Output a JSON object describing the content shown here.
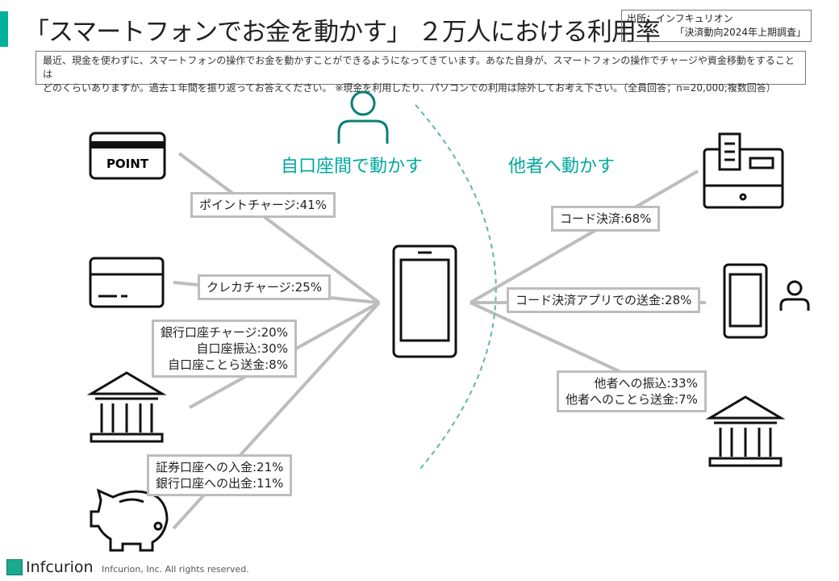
{
  "header": {
    "title": "「スマートフォンでお金を動かす」 ２万人における利用率",
    "source_line1": "出所：インフキュリオン",
    "source_line2": "「決済動向2024年上期調査」",
    "accent_color": "#00b09b"
  },
  "question": {
    "line1": "最近、現金を使わずに、スマートフォンの操作でお金を動かすことができるようになってきています。あなた自身が、スマートフォンの操作でチャージや資金移動をすることは",
    "line2": "どのくらいありますか。過去１年間を振り返ってお答えください。 ※現金を利用したり、パソコンでの利用は除外してお考え下さい。（全員回答；n=20,000;複数回答）"
  },
  "diagram": {
    "own_heading": "自口座間で動かす",
    "others_heading": "他者へ動かす",
    "teal": "#00a99d",
    "point_icon_text": "POINT",
    "left": [
      {
        "icon": "point-card-icon",
        "lines": [
          "ポイントチャージ:41%"
        ]
      },
      {
        "icon": "credit-card-icon",
        "lines": [
          "クレカチャージ:25%"
        ]
      },
      {
        "icon": "bank-icon",
        "lines": [
          "銀行口座チャージ:20%",
          "自口座振込:30%",
          "自口座ことら送金:8%"
        ]
      },
      {
        "icon": "piggy-bank-icon",
        "lines": [
          "証券口座への入金:21%",
          "銀行口座への出金:11%"
        ]
      }
    ],
    "right": [
      {
        "icon": "cash-register-icon",
        "lines": [
          "コード決済:68%"
        ]
      },
      {
        "icon": "phone-person-icon",
        "lines": [
          "コード決済アプリでの送金:28%"
        ]
      },
      {
        "icon": "bank-icon",
        "lines": [
          "他者への振込:33%",
          "他者へのことら送金:7%"
        ]
      }
    ]
  },
  "footer": {
    "logo": "Infcurion",
    "copyright": "Infcurion, Inc.  All rights reserved."
  }
}
